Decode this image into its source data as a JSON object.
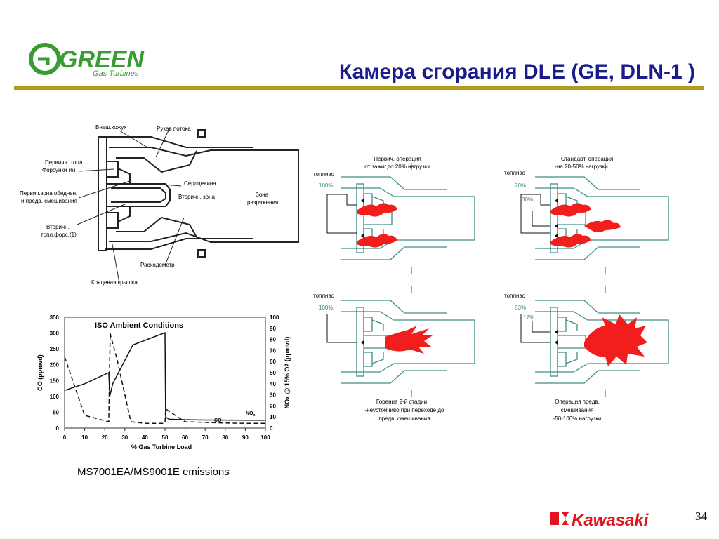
{
  "header": {
    "logo_text": "GREEN",
    "logo_sub": "Gas Turbines",
    "title": "Камера сгорания DLE (GE, DLN-1 )"
  },
  "combustor": {
    "labels": {
      "outer_casing": "Внеш.кожух",
      "flow_sleeve": "Рукав потока",
      "primary_nozzles_1": "Первичн. топл.",
      "primary_nozzles_2": "Форсунки (6)",
      "centerbody": "Сердцевина",
      "primary_zone_1": "Первич.зона обеднен.",
      "primary_zone_2": "и предв. смешивания",
      "secondary_zone": "Вторичн. зона",
      "dilution_zone_1": "Зона",
      "dilution_zone_2": "разряжения",
      "secondary_nozzle_1": "Вторичн.",
      "secondary_nozzle_2": "топл.форс.(1)",
      "flow_meter": "Расходометр",
      "end_cover": "Концевая крышка"
    }
  },
  "modes": [
    {
      "caption_1": "Первич. операция",
      "caption_2": "от зажиг.до 20% нагрузки",
      "caption_3": "",
      "fuel": "топливо",
      "pct_primary": "100%",
      "pct_secondary": ""
    },
    {
      "caption_1": "Стандарт. операция",
      "caption_2": "-на 20-50% нагрузки",
      "caption_3": "",
      "fuel": "топливо",
      "pct_primary": "70%",
      "pct_secondary": "30%"
    },
    {
      "caption_1": "Горение 2-й стадии",
      "caption_2": "-неустойчиво при переходе до",
      "caption_3": "предв. смешивания",
      "fuel": "топливо",
      "pct_primary": "100%",
      "pct_secondary": ""
    },
    {
      "caption_1": "Операция предв.",
      "caption_2": "смешивания",
      "caption_3": "-50-100% нагрузки",
      "fuel": "топливо",
      "pct_primary": "83%",
      "pct_secondary": "17%"
    }
  ],
  "chart_data": {
    "type": "line",
    "title": "ISO Ambient Conditions",
    "xlabel": "% Gas Turbine Load",
    "ylabel": "CO (ppmvd)",
    "y2label": "NOx @ 15% O2 (ppmvd)",
    "xlim": [
      0,
      100
    ],
    "ylim": [
      0,
      350
    ],
    "y2lim": [
      0,
      100
    ],
    "x_ticks": [
      0,
      10,
      20,
      30,
      40,
      50,
      60,
      70,
      80,
      90,
      100
    ],
    "y_ticks": [
      0,
      50,
      100,
      150,
      200,
      250,
      300,
      350
    ],
    "y2_ticks": [
      0,
      10,
      20,
      30,
      40,
      50,
      60,
      70,
      80,
      90,
      100
    ],
    "grid": false,
    "series": [
      {
        "name": "NOx",
        "axis": "y2",
        "style": "solid",
        "x": [
          0,
          10,
          22,
          22.5,
          24,
          34,
          50,
          50.3,
          52,
          60,
          70,
          80,
          90,
          100
        ],
        "y": [
          34,
          40,
          50,
          29,
          40,
          75,
          86,
          10,
          8,
          7.5,
          7.3,
          7.2,
          7.1,
          7
        ]
      },
      {
        "name": "CO",
        "axis": "y",
        "style": "dashed",
        "x": [
          0,
          10,
          22,
          22.7,
          23,
          26,
          33,
          40,
          50,
          50.3,
          60,
          70,
          80,
          90,
          100
        ],
        "y": [
          225,
          40,
          20,
          300,
          290,
          220,
          20,
          15,
          15,
          60,
          20,
          18,
          16,
          15,
          15
        ]
      }
    ],
    "annotations": [
      {
        "text": "NO",
        "sub": "x"
      },
      {
        "text": "CO",
        "sub": ""
      }
    ]
  },
  "caption": "MS7001EA/MS9001E emissions",
  "footer": {
    "page_number": "34",
    "brand": "Kawasaki"
  },
  "colors": {
    "title": "#1b1c8c",
    "header_line": "#b49a1a",
    "logo_green": "#3a9b35",
    "flame": "#f21d1d",
    "diagram_line": "#3f8d86",
    "brand_red": "#e0141e"
  }
}
